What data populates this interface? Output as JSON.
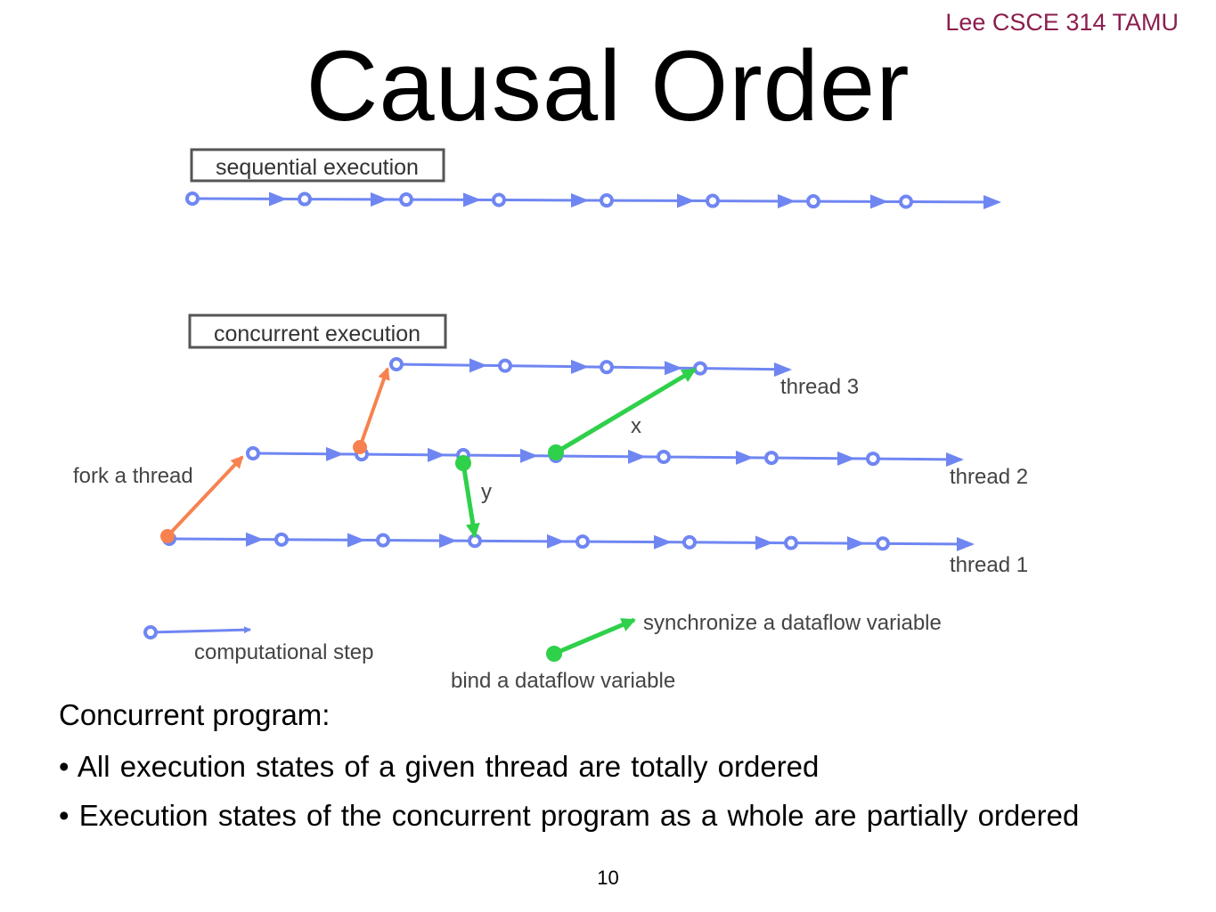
{
  "header": {
    "course": "Lee CSCE 314 TAMU",
    "title": "Causal Order"
  },
  "diagram": {
    "sequential_label": "sequential execution",
    "concurrent_label": "concurrent execution",
    "thread_labels": [
      "thread 3",
      "thread 2",
      "thread 1"
    ],
    "fork_label": "fork a thread",
    "var_x": "x",
    "var_y": "y",
    "legend": {
      "step": "computational step",
      "sync": "synchronize a dataflow variable",
      "bind": "bind a dataflow variable"
    },
    "colors": {
      "step": "#6f86f2",
      "fork": "#f7824f",
      "dataflow": "#2fd04a"
    }
  },
  "body": {
    "intro": "Concurrent program:",
    "bullets": [
      "All execution states of a given thread are totally ordered",
      "Execution states of the concurrent program as a whole are partially ordered"
    ]
  },
  "page_number": "10"
}
